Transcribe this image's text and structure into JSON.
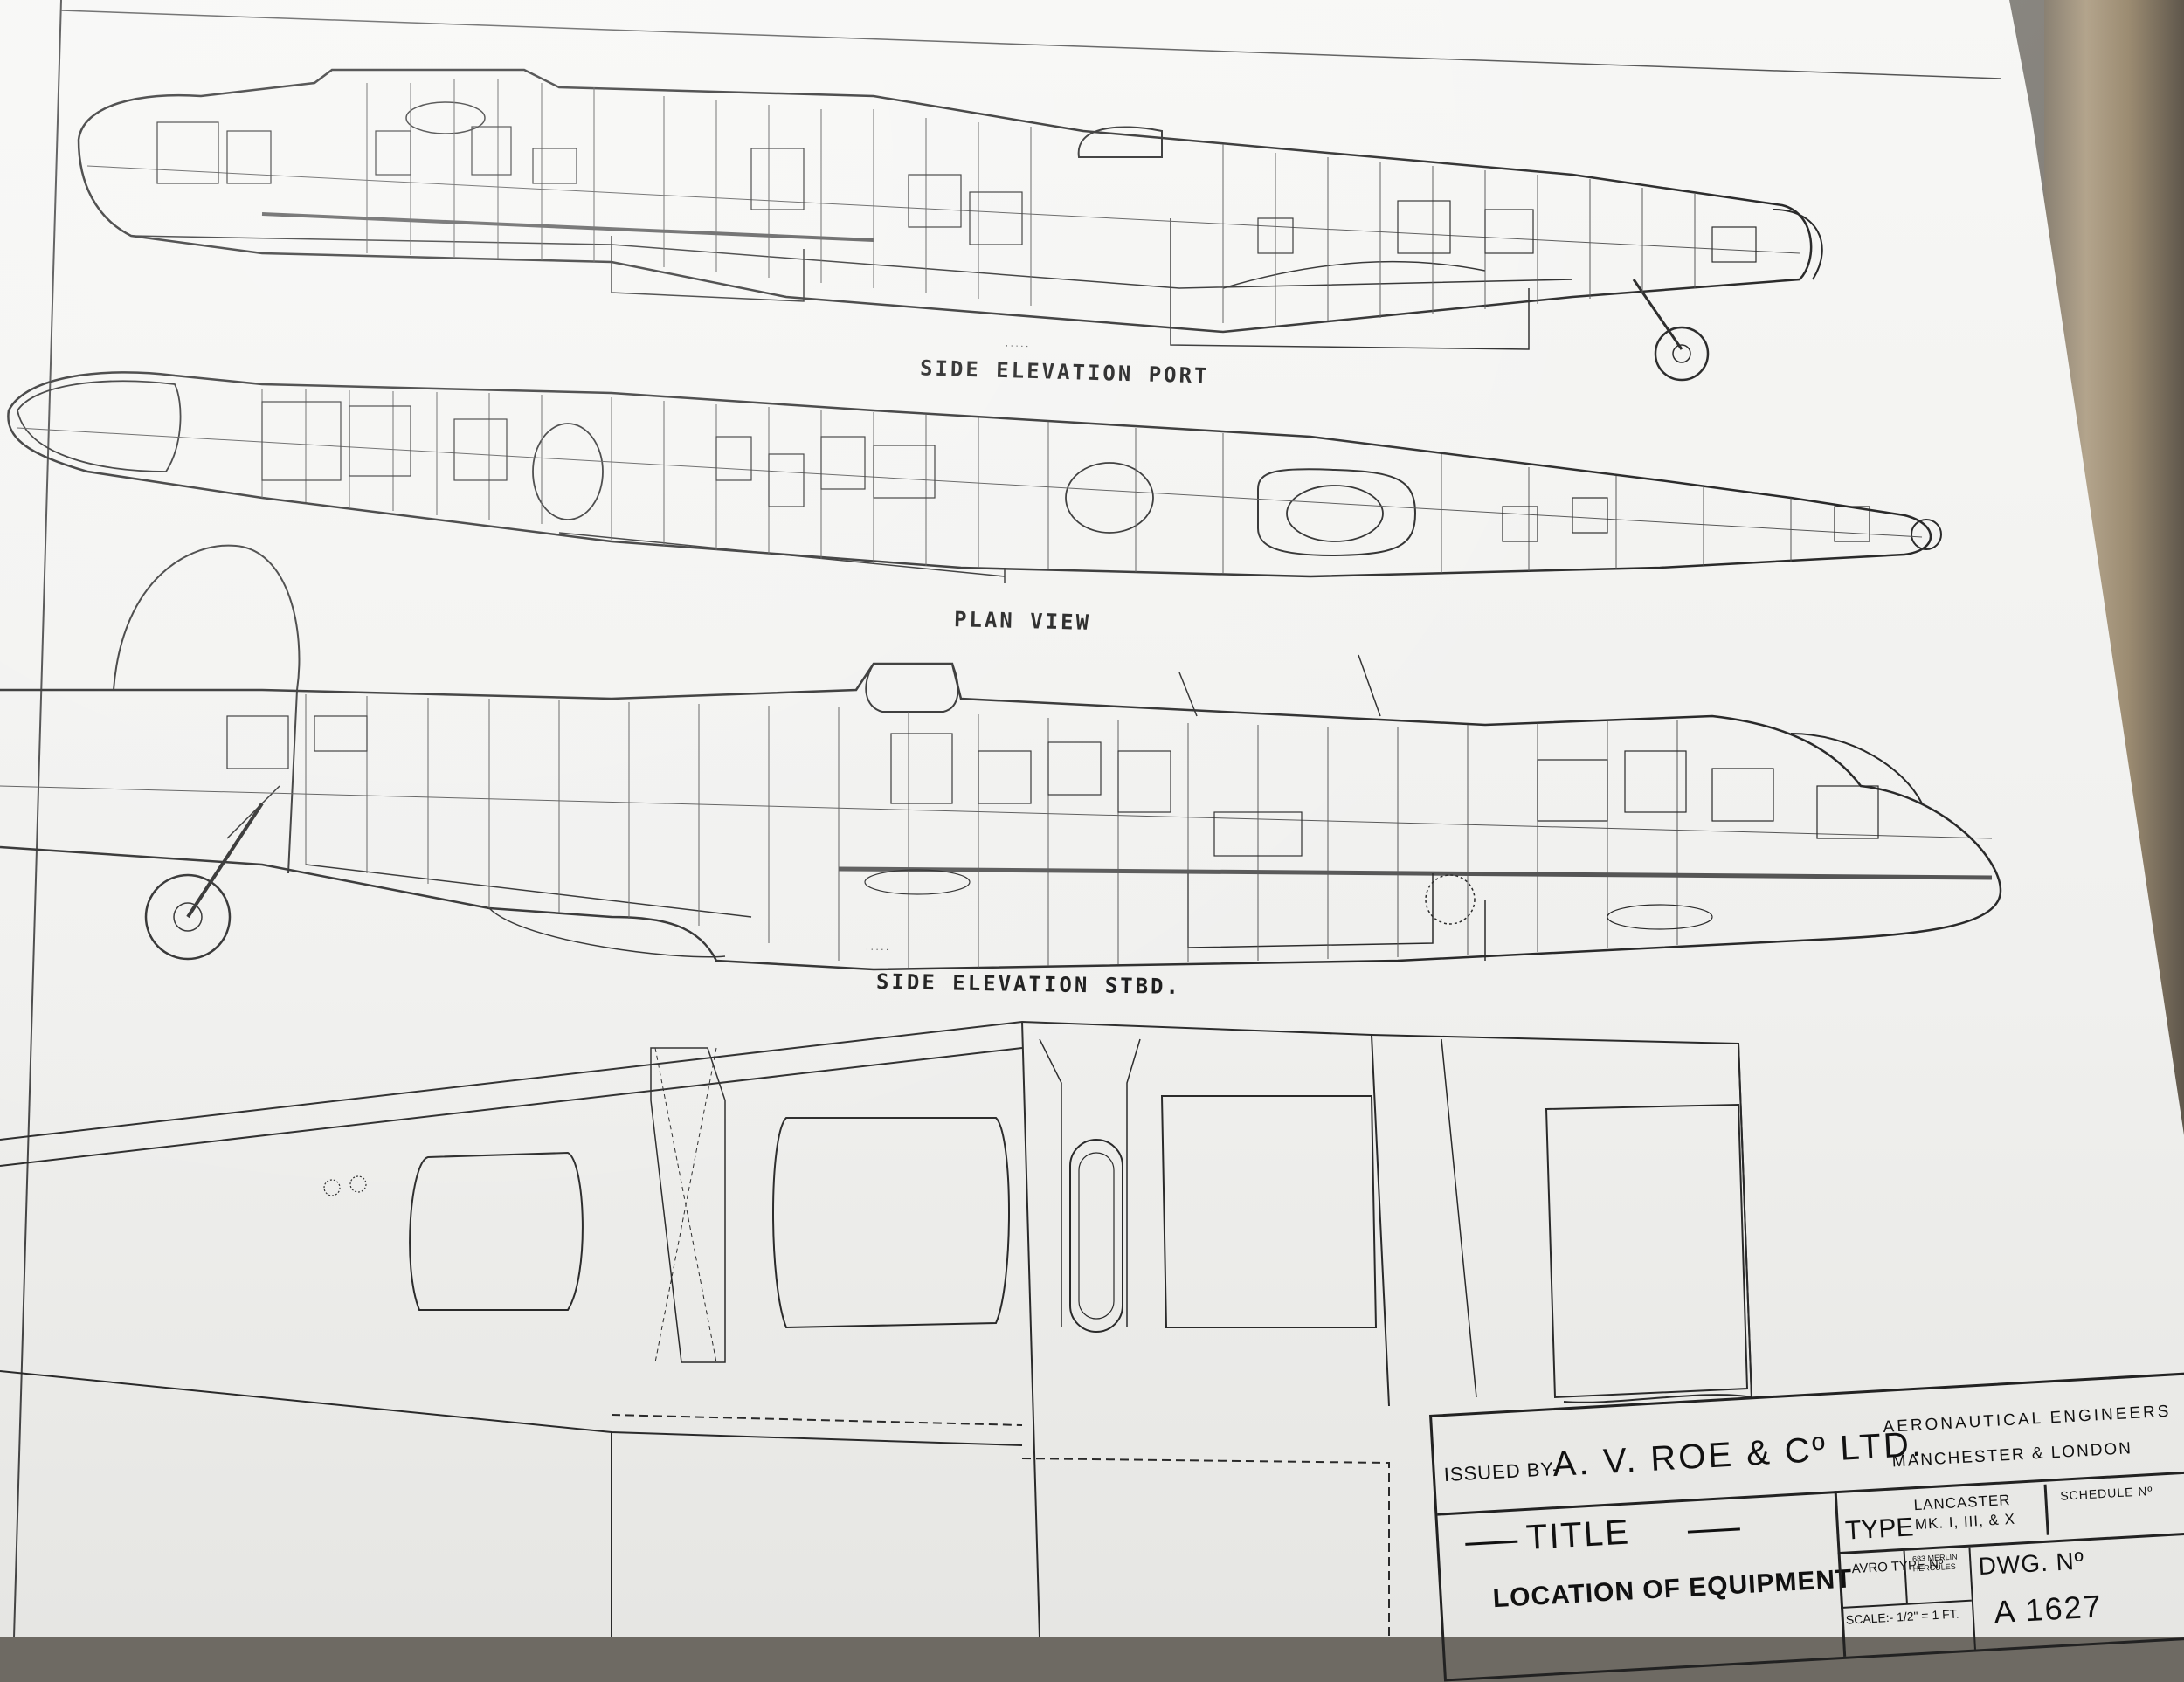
{
  "views": {
    "side_port": "SIDE ELEVATION PORT",
    "plan": "PLAN VIEW",
    "side_stbd": "SIDE ELEVATION STBD."
  },
  "title_block": {
    "issued_by": "ISSUED BY-",
    "company": "A. V. ROE & Cº LTD.",
    "aero": "AERONAUTICAL   ENGINEERS",
    "city": "MANCHESTER  &  LONDON",
    "title_label": "TITLE",
    "title_value": "LOCATION OF EQUIPMENT",
    "type_label": "TYPE",
    "type_value_1": "LANCASTER",
    "type_value_2": "MK. I, III, & X",
    "schedule_label": "SCHEDULE Nº",
    "avro_type": "AVRO TYPE Nº",
    "avro_type_value": "683",
    "engines": "MERLIN HERCULES",
    "dwg_label": "DWG. Nº",
    "dwg_number": "A 1627",
    "scale": "SCALE:- 1/2\" = 1 FT."
  },
  "colors": {
    "ink": "#1a1a1a",
    "paper": "#f2f2f0",
    "frame": "#8d8a84"
  }
}
